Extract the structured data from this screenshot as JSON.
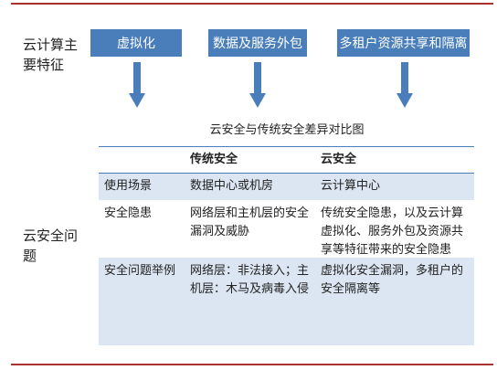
{
  "left_labels": {
    "features": "云计算主要特征",
    "issues": "云安全问题"
  },
  "features": [
    {
      "label": "虚拟化"
    },
    {
      "label": "数据及服务外包"
    },
    {
      "label": "多租户资源共享和隔离"
    }
  ],
  "table": {
    "caption": "云安全与传统安全差异对比图",
    "headers": [
      "",
      "传统安全",
      "云安全"
    ],
    "rows": [
      {
        "label": "使用场景",
        "traditional": "数据中心或机房",
        "cloud": "云计算中心"
      },
      {
        "label": "安全隐患",
        "traditional": "网络层和主机层的安全漏洞及威胁",
        "cloud": "传统安全隐患，以及云计算虚拟化、服务外包及资源共享等特征带来的安全隐患"
      },
      {
        "label": "安全问题举例",
        "traditional": "网络层：非法接入；主机层：木马及病毒入侵",
        "cloud": "虚拟化安全漏洞，多租户的安全隔离等"
      }
    ]
  },
  "colors": {
    "accent_blue": "#4a7ebb",
    "row_tint": "#dce6f2",
    "rule_red": "#a8322d"
  }
}
